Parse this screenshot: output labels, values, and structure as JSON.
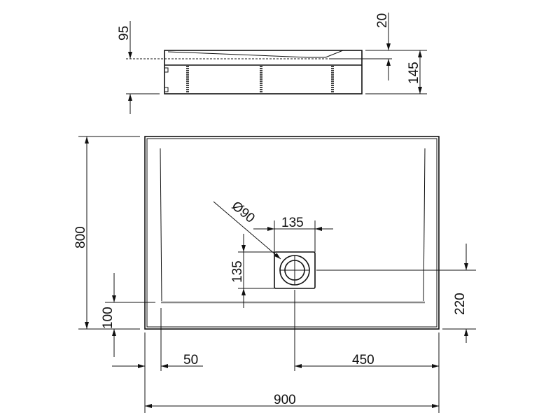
{
  "side_view": {
    "dim_95": "95",
    "dim_20": "20",
    "dim_145": "145"
  },
  "plan_view": {
    "dim_800": "800",
    "dim_100": "100",
    "dim_220": "220",
    "dim_50": "50",
    "dim_450": "450",
    "dim_900": "900",
    "drain_w": "135",
    "drain_h": "135",
    "drain_dia": "Ø90"
  }
}
